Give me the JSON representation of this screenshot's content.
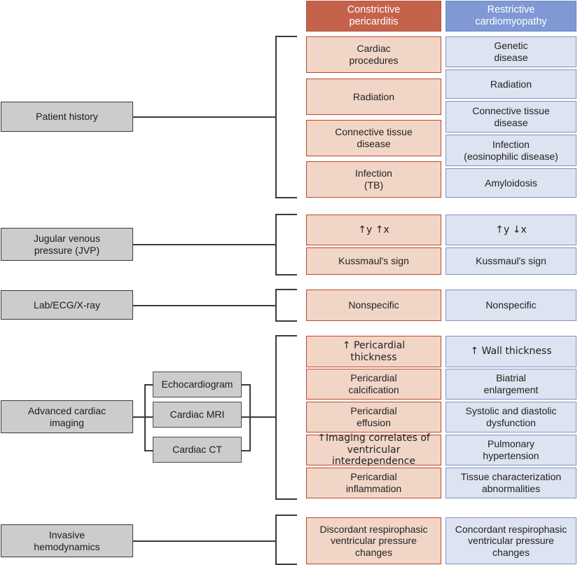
{
  "columns": {
    "left": {
      "title": "Constrictive\npericarditis",
      "color": "#c4624c"
    },
    "right": {
      "title": "Restrictive\ncardiomyopathy",
      "color": "#8098d4"
    }
  },
  "categories": [
    {
      "label": "Patient history"
    },
    {
      "label": "Jugular venous\npressure (JVP)"
    },
    {
      "label": "Lab/ECG/X-ray"
    },
    {
      "label": "Advanced cardiac\nimaging"
    },
    {
      "label": "Invasive\nhemodynamics"
    }
  ],
  "imaging_modalities": [
    {
      "label": "Echocardiogram"
    },
    {
      "label": "Cardiac MRI"
    },
    {
      "label": "Cardiac CT"
    }
  ],
  "sections": [
    {
      "name": "patient-history",
      "left_items": [
        "Cardiac\nprocedures",
        "Radiation",
        "Connective tissue\ndisease",
        "Infection\n(TB)"
      ],
      "right_items": [
        "Genetic\ndisease",
        "Radiation",
        "Connective tissue\ndisease",
        "Infection\n(eosinophilic disease)",
        "Amyloidosis"
      ]
    },
    {
      "name": "jvp",
      "left_items": [
        "↑y  ↑x",
        "Kussmaul's sign"
      ],
      "right_items": [
        "↑y  ↓x",
        "Kussmaul's sign"
      ]
    },
    {
      "name": "lab-ecg-xray",
      "left_items": [
        "Nonspecific"
      ],
      "right_items": [
        "Nonspecific"
      ]
    },
    {
      "name": "advanced-cardiac-imaging",
      "left_items": [
        "↑ Pericardial\nthickness",
        "Pericardial\ncalcification",
        "Pericardial\neffusion",
        "↑Imaging correlates of\nventricular interdependence",
        "Pericardial\ninflammation"
      ],
      "right_items": [
        "↑ Wall thickness",
        "Biatrial\nenlargement",
        "Systolic and diastolic\ndysfunction",
        "Pulmonary\nhypertension",
        "Tissue characterization\nabnormalities"
      ]
    },
    {
      "name": "invasive-hemodynamics",
      "left_items": [
        "Discordant respirophasic\nventricular pressure\nchanges"
      ],
      "right_items": [
        "Concordant respirophasic\nventricular pressure\nchanges"
      ]
    }
  ]
}
